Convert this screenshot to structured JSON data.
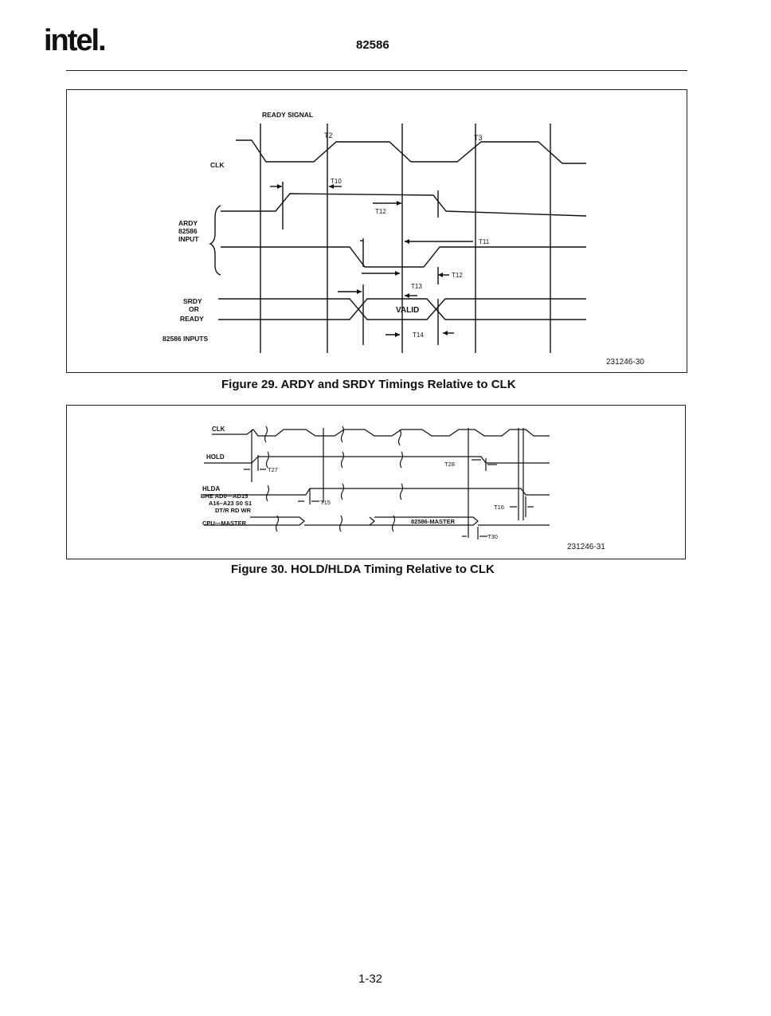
{
  "header": {
    "logo": "intel.",
    "part_number": "82586"
  },
  "figure29": {
    "caption": "Figure 29. ARDY and SRDY Timings Relative to CLK",
    "ref": "231246-30",
    "labels": {
      "ready_signal": "READY SIGNAL",
      "clk": "CLK",
      "ardy": "ARDY",
      "ardy_82586": "82586",
      "ardy_input": "INPUT",
      "srdy": "SRDY",
      "srdy_or": "OR",
      "srdy_ready": "READY",
      "inputs": "82586 INPUTS",
      "valid": "VALID"
    },
    "timing": [
      "T2",
      "T3",
      "T10",
      "T12",
      "T11",
      "T12",
      "T13",
      "T14"
    ]
  },
  "figure30": {
    "caption": "Figure 30. HOLD/HLDA Timing Relative to CLK",
    "ref": "231246-31",
    "labels": {
      "clk": "CLK",
      "hold": "HOLD",
      "hlda": "HLDA",
      "bus1": "BHE AD0—AD15",
      "bus2": "A16–A23 S0 S1",
      "bus3": "DT/R RD WR",
      "cpu_master": "CPU—MASTER",
      "master_82586": "82586-MASTER"
    },
    "timing": [
      "T27",
      "T28",
      "T15",
      "T16",
      "T30"
    ]
  },
  "footer": {
    "page": "1-32"
  }
}
